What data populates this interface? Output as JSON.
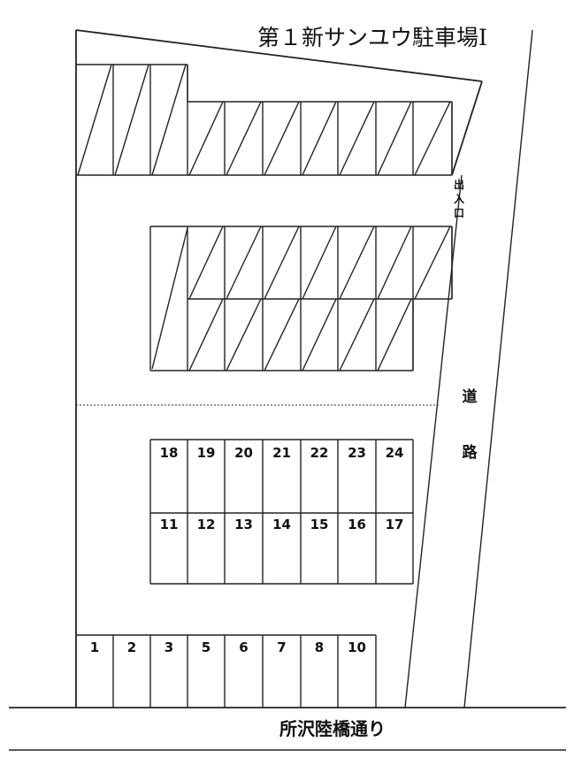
{
  "title": "第１新サンユウ駐車場Ⅰ",
  "entrance_label": [
    "出",
    "入",
    "口"
  ],
  "road_label": [
    "道",
    "路"
  ],
  "street_name": "所沢陸橋通り",
  "spaces": {
    "row_upper": [
      "18",
      "19",
      "20",
      "21",
      "22",
      "23",
      "24"
    ],
    "row_middle": [
      "11",
      "12",
      "13",
      "14",
      "15",
      "16",
      "17"
    ],
    "row_bottom": [
      "1",
      "2",
      "3",
      "5",
      "6",
      "7",
      "8",
      "10"
    ]
  }
}
